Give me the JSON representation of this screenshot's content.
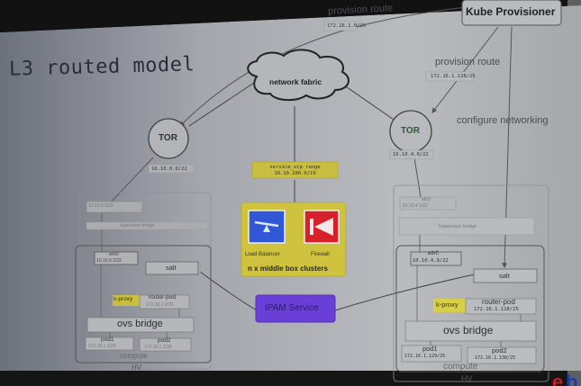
{
  "slide": {
    "title": "L3 routed model",
    "logo_text": "eb"
  },
  "provisioner": {
    "label": "Kube Provisioner"
  },
  "provision_routes": [
    {
      "label": "provision route",
      "cidr": "172.16.1.0/25"
    },
    {
      "label": "provision route",
      "cidr": "172.16.1.128/25"
    }
  ],
  "configure_networking": "configure networking",
  "network_fabric": "network fabric",
  "tors": [
    {
      "label": "TOR",
      "cidr": "10.10.0.0/22"
    },
    {
      "label": "TOR",
      "cidr": "10.10.4.0/22"
    }
  ],
  "service_vip": {
    "label": "service_vip range",
    "cidr": "10.10.100.0/19"
  },
  "middle_box": {
    "load_balancer": "Load Balancer",
    "firewall": "Firewall",
    "caption": "n x middle box clusters",
    "colors": {
      "panel": "#d3c63a",
      "lb": "#2f57d6",
      "fw": "#d8202a"
    }
  },
  "ipam": {
    "label": "IPAM Service",
    "color": "#6a3fd8"
  },
  "hosts": [
    {
      "uplink": {
        "label": "eth0",
        "cidr": "10.10.0.1/22"
      },
      "hypervisor_bridge": "hypervisor bridge",
      "eth": {
        "label": "eth0",
        "cidr": "10.10.0.2/22"
      },
      "salt": "salt",
      "kproxy": "k-proxy",
      "router_pod": {
        "label": "router-pod",
        "cidr": "172.16.1.0/25"
      },
      "ovs_bridge": "ovs bridge",
      "pods": [
        {
          "label": "pod1",
          "cidr": "172.16.1.1/25"
        },
        {
          "label": "pod2",
          "cidr": "172.16.1.2/25"
        }
      ],
      "compute": "compute",
      "hv": "HV"
    },
    {
      "uplink": {
        "label": "eth0",
        "cidr": "10.10.4.1/22"
      },
      "hypervisor_bridge": "hypervisor bridge",
      "eth": {
        "label": "eth0",
        "cidr": "10.10.4.9/22"
      },
      "salt": "salt",
      "kproxy": "k-proxy",
      "router_pod": {
        "label": "router-pod",
        "cidr": "172.16.1.128/25"
      },
      "ovs_bridge": "ovs bridge",
      "pods": [
        {
          "label": "pod1",
          "cidr": "172.16.1.129/25"
        },
        {
          "label": "pod2",
          "cidr": "172.16.1.130/25"
        }
      ],
      "compute": "compute",
      "hv": "HV"
    }
  ]
}
